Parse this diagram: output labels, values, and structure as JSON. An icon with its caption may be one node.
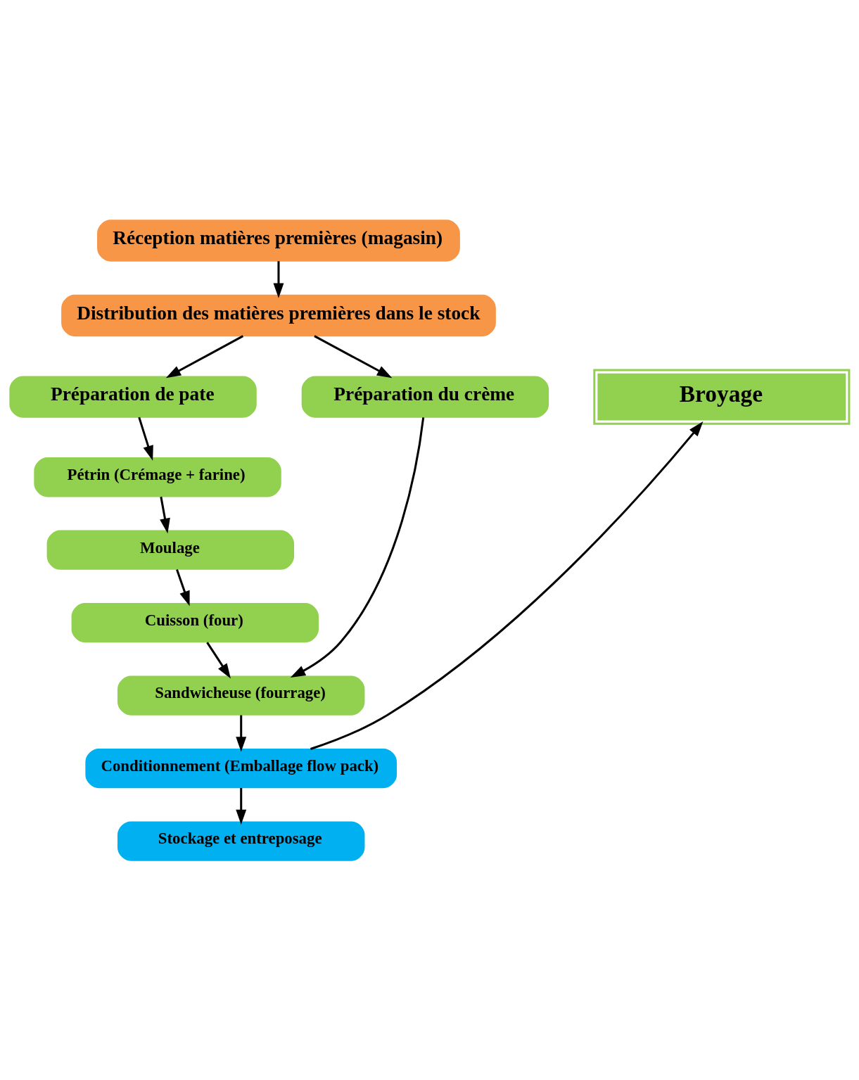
{
  "diagram": {
    "nodes": [
      {
        "text": [
          "Réception matières premières (magasin)"
        ]
      },
      {
        "text": [
          "Distribution des matières premières dans le stock"
        ]
      },
      {
        "text": [
          "Préparation de pate"
        ]
      },
      {
        "text": [
          "Préparation du crème"
        ]
      },
      {
        "text": [
          "Pétrin (Crémage + farine)"
        ]
      },
      {
        "text": [
          "Moulage"
        ]
      },
      {
        "text": [
          "Cuisson (four)"
        ]
      },
      {
        "text": [
          "Sandwicheuse (fourrage)"
        ]
      },
      {
        "text": [
          "Conditionnement (Emballage flow pack)"
        ]
      },
      {
        "text": [
          "Stockage et entreposage"
        ]
      },
      {
        "text": [
          "Broyage"
        ]
      }
    ],
    "edges": [
      {
        "from": 0,
        "to": 1,
        "arrow": "to"
      },
      {
        "from": 1,
        "to": 2,
        "arrow": "to"
      },
      {
        "from": 1,
        "to": 3,
        "arrow": "to"
      },
      {
        "from": 2,
        "to": 4,
        "arrow": "to"
      },
      {
        "from": 4,
        "to": 5,
        "arrow": "to"
      },
      {
        "from": 5,
        "to": 6,
        "arrow": "to"
      },
      {
        "from": 6,
        "to": 7,
        "arrow": "to"
      },
      {
        "from": 3,
        "to": 7,
        "arrow": "to"
      },
      {
        "from": 7,
        "to": 8,
        "arrow": "to"
      },
      {
        "from": 8,
        "to": 10,
        "arrow": "to"
      },
      {
        "from": 8,
        "to": 9,
        "arrow": "to"
      }
    ]
  }
}
